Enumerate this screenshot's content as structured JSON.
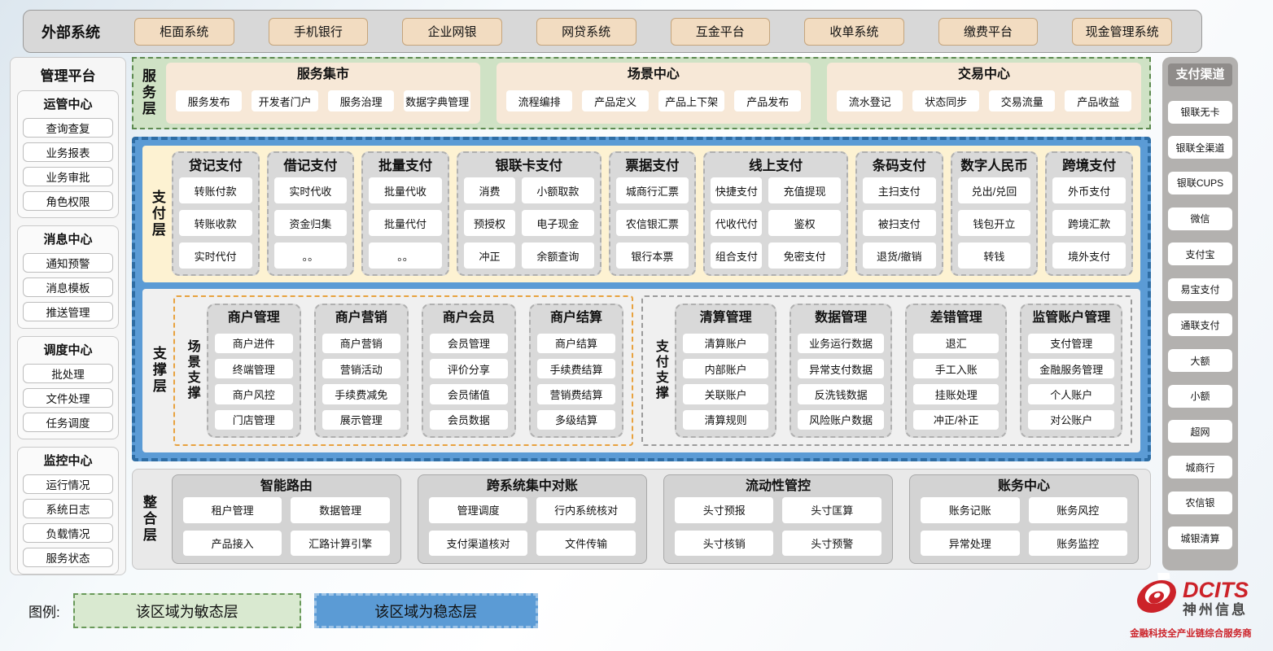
{
  "external_systems": {
    "label": "外部系统",
    "items": [
      "柜面系统",
      "手机银行",
      "企业网银",
      "网贷系统",
      "互金平台",
      "收单系统",
      "缴费平台",
      "现金管理系统"
    ]
  },
  "management_platform": {
    "title": "管理平台",
    "groups": [
      {
        "title": "运管中心",
        "items": [
          "查询查复",
          "业务报表",
          "业务审批",
          "角色权限"
        ]
      },
      {
        "title": "消息中心",
        "items": [
          "通知预警",
          "消息模板",
          "推送管理"
        ]
      },
      {
        "title": "调度中心",
        "items": [
          "批处理",
          "文件处理",
          "任务调度"
        ]
      },
      {
        "title": "监控中心",
        "items": [
          "运行情况",
          "系统日志",
          "负载情况",
          "服务状态"
        ]
      }
    ]
  },
  "service_layer": {
    "label": "服务层",
    "sections": [
      {
        "title": "服务集市",
        "items": [
          "服务发布",
          "开发者门户",
          "服务治理",
          "数据字典管理"
        ]
      },
      {
        "title": "场景中心",
        "items": [
          "流程编排",
          "产品定义",
          "产品上下架",
          "产品发布"
        ]
      },
      {
        "title": "交易中心",
        "items": [
          "流水登记",
          "状态同步",
          "交易流量",
          "产品收益"
        ]
      }
    ]
  },
  "payment_layer": {
    "label": "支付层",
    "columns": [
      {
        "title": "贷记支付",
        "cols": 1,
        "items": [
          "转账付款",
          "转账收款",
          "实时代付"
        ]
      },
      {
        "title": "借记支付",
        "cols": 1,
        "items": [
          "实时代收",
          "资金归集",
          "。。"
        ]
      },
      {
        "title": "批量支付",
        "cols": 1,
        "items": [
          "批量代收",
          "批量代付",
          "。。"
        ]
      },
      {
        "title": "银联卡支付",
        "cols": 2,
        "items": [
          "消费",
          "小额取款",
          "预授权",
          "电子现金",
          "冲正",
          "余额查询"
        ]
      },
      {
        "title": "票据支付",
        "cols": 1,
        "items": [
          "城商行汇票",
          "农信银汇票",
          "银行本票"
        ]
      },
      {
        "title": "线上支付",
        "cols": 2,
        "items": [
          "快捷支付",
          "充值提现",
          "代收代付",
          "鉴权",
          "组合支付",
          "免密支付"
        ]
      },
      {
        "title": "条码支付",
        "cols": 1,
        "items": [
          "主扫支付",
          "被扫支付",
          "退货/撤销"
        ]
      },
      {
        "title": "数字人民币",
        "cols": 1,
        "items": [
          "兑出/兑回",
          "钱包开立",
          "转钱"
        ]
      },
      {
        "title": "跨境支付",
        "cols": 1,
        "items": [
          "外币支付",
          "跨境汇款",
          "境外支付"
        ]
      }
    ]
  },
  "support_layer": {
    "label": "支撑层",
    "groups": [
      {
        "label": "场景支撑",
        "columns": [
          {
            "title": "商户管理",
            "items": [
              "商户进件",
              "终端管理",
              "商户风控",
              "门店管理"
            ]
          },
          {
            "title": "商户营销",
            "items": [
              "商户营销",
              "营销活动",
              "手续费减免",
              "展示管理"
            ]
          },
          {
            "title": "商户会员",
            "items": [
              "会员管理",
              "评价分享",
              "会员储值",
              "会员数据"
            ]
          },
          {
            "title": "商户结算",
            "items": [
              "商户结算",
              "手续费结算",
              "营销费结算",
              "多级结算"
            ]
          }
        ]
      },
      {
        "label": "支付支撑",
        "columns": [
          {
            "title": "清算管理",
            "items": [
              "清算账户",
              "内部账户",
              "关联账户",
              "清算规则"
            ]
          },
          {
            "title": "数据管理",
            "items": [
              "业务运行数据",
              "异常支付数据",
              "反洗钱数据",
              "风险账户数据"
            ]
          },
          {
            "title": "差错管理",
            "items": [
              "退汇",
              "手工入账",
              "挂账处理",
              "冲正/补正"
            ]
          },
          {
            "title": "监管账户管理",
            "items": [
              "支付管理",
              "金融服务管理",
              "个人账户",
              "对公账户"
            ]
          }
        ]
      }
    ]
  },
  "integration_layer": {
    "label": "整合层",
    "sections": [
      {
        "title": "智能路由",
        "items": [
          "租户管理",
          "数据管理",
          "产品接入",
          "汇路计算引擎"
        ]
      },
      {
        "title": "跨系统集中对账",
        "items": [
          "管理调度",
          "行内系统核对",
          "支付渠道核对",
          "文件传输"
        ]
      },
      {
        "title": "流动性管控",
        "items": [
          "头寸预报",
          "头寸匡算",
          "头寸核销",
          "头寸预警"
        ]
      },
      {
        "title": "账务中心",
        "items": [
          "账务记账",
          "账务风控",
          "异常处理",
          "账务监控"
        ]
      }
    ]
  },
  "payment_channels": {
    "title": "支付渠道",
    "items": [
      "银联无卡",
      "银联全渠道",
      "银联CUPS",
      "微信",
      "支付宝",
      "易宝支付",
      "通联支付",
      "大额",
      "小额",
      "超网",
      "城商行",
      "农信银",
      "城银清算"
    ]
  },
  "legend": {
    "label": "图例:",
    "agile": "该区域为敏态层",
    "stable": "该区域为稳态层"
  },
  "logo": {
    "brand": "DCITS",
    "company": "神州信息",
    "tagline": "金融科技全产业链综合服务商"
  },
  "colors": {
    "stable_blue": "#5b9bd5",
    "blue_border": "#2e6da4",
    "agile_green_bg": "#cfe2c5",
    "agile_green_border": "#5d8a50",
    "tan_bg": "#f2dcc1",
    "tan_border": "#c5a57c",
    "cream_bg": "#fdf2d2",
    "panel_gray": "#d9d9d9",
    "orange_border": "#e8a23f",
    "brand_red": "#cc2229"
  }
}
